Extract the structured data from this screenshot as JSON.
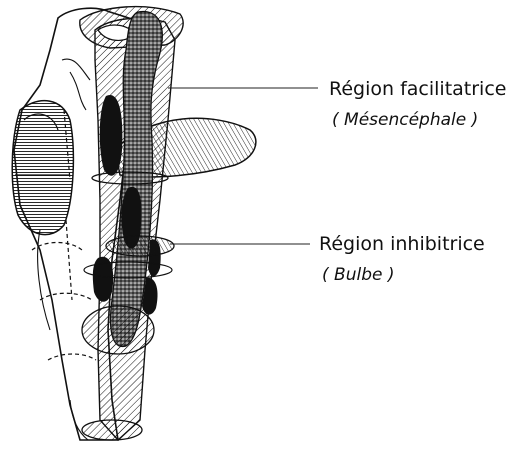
{
  "labels": {
    "facilitatory_region": "Région facilitatrice",
    "facilitatory_subregion": "( Mésencéphale )",
    "inhibitory_region": "Région inhibitrice",
    "inhibitory_subregion": "( Bulbe )"
  },
  "colors": {
    "ink": "#111111",
    "paper": "#ffffff"
  }
}
